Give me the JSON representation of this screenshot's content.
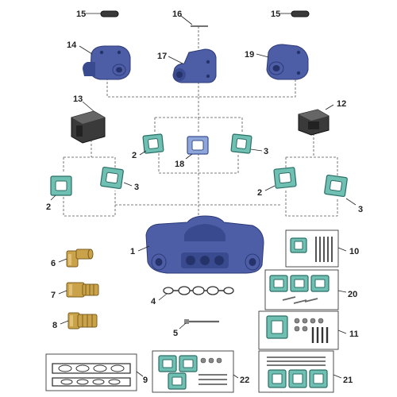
{
  "part_numbers": {
    "p1": "1",
    "p2a": "2",
    "p2b": "2",
    "p2c": "2",
    "p3a": "3",
    "p3b": "3",
    "p3c": "3",
    "p4": "4",
    "p5": "5",
    "p6": "6",
    "p7": "7",
    "p8": "8",
    "p9": "9",
    "p10": "10",
    "p11": "11",
    "p12": "12",
    "p13": "13",
    "p14": "14",
    "p15a": "15",
    "p15b": "15",
    "p16": "16",
    "p17": "17",
    "p18": "18",
    "p19": "19",
    "p20": "20",
    "p21": "21",
    "p22": "22"
  },
  "colors": {
    "manifold": "#4d5ea6",
    "gasket": "#6fbfb2",
    "black_part": "#3a3a3a",
    "brass": "#c9a24a"
  }
}
